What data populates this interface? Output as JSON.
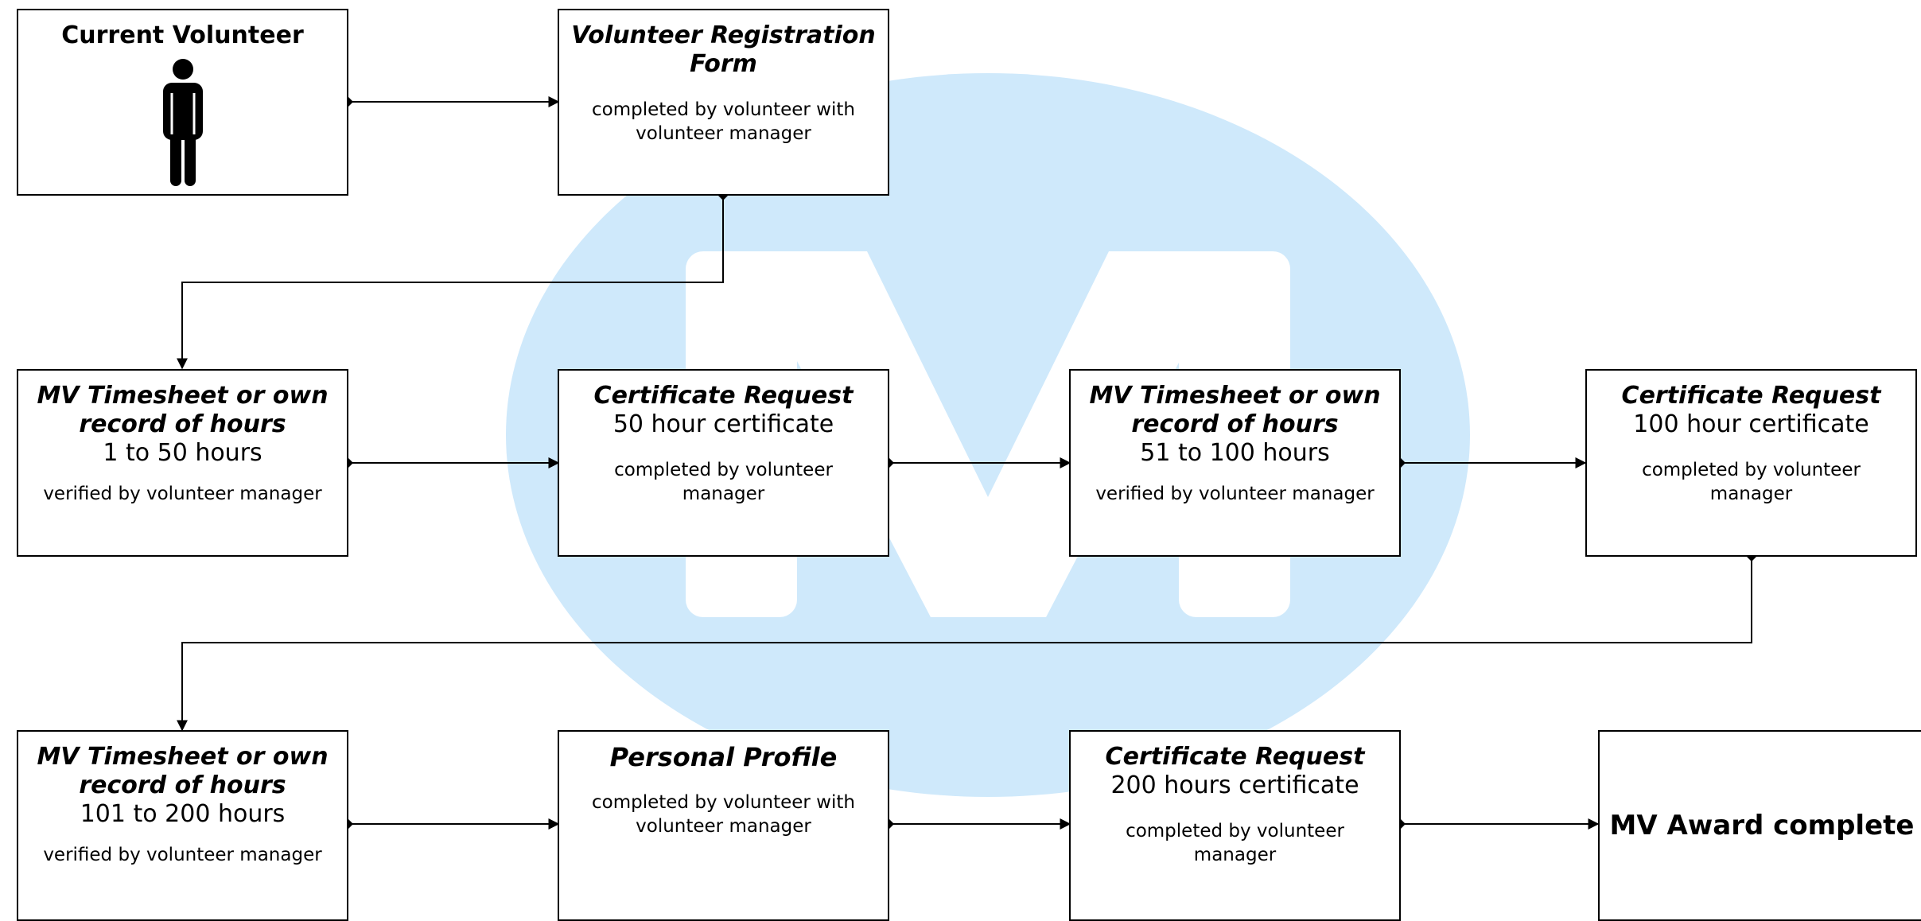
{
  "diagram": {
    "nodes": [
      {
        "id": "current-volunteer",
        "title": "Current Volunteer",
        "icon": "person-icon"
      },
      {
        "id": "registration-form",
        "title": "Volunteer Registration Form",
        "note": "completed by volunteer with volunteer manager"
      },
      {
        "id": "timesheet-1",
        "title": "MV Timesheet or own record of hours",
        "subtitle": "1 to 50 hours",
        "note": "verified by volunteer manager"
      },
      {
        "id": "certificate-50",
        "title": "Certificate Request",
        "subtitle": "50 hour certificate",
        "note": "completed by volunteer manager"
      },
      {
        "id": "timesheet-2",
        "title": "MV Timesheet or own record of hours",
        "subtitle": "51 to 100 hours",
        "note": "verified by volunteer manager"
      },
      {
        "id": "certificate-100",
        "title": "Certificate Request",
        "subtitle": "100 hour certificate",
        "note": "completed by volunteer manager"
      },
      {
        "id": "timesheet-3",
        "title": "MV Timesheet or own record of hours",
        "subtitle": "101 to 200 hours",
        "note": "verified by volunteer manager"
      },
      {
        "id": "personal-profile",
        "title": "Personal Profile",
        "note": "completed by volunteer with volunteer manager"
      },
      {
        "id": "certificate-200",
        "title": "Certificate Request",
        "subtitle": "200 hours certificate",
        "note": "completed by volunteer manager"
      },
      {
        "id": "award-complete",
        "title": "MV Award complete"
      }
    ],
    "edges": [
      {
        "from": "current-volunteer",
        "to": "registration-form"
      },
      {
        "from": "registration-form",
        "to": "timesheet-1"
      },
      {
        "from": "timesheet-1",
        "to": "certificate-50"
      },
      {
        "from": "certificate-50",
        "to": "timesheet-2"
      },
      {
        "from": "timesheet-2",
        "to": "certificate-100"
      },
      {
        "from": "certificate-100",
        "to": "timesheet-3"
      },
      {
        "from": "timesheet-3",
        "to": "personal-profile"
      },
      {
        "from": "personal-profile",
        "to": "certificate-200"
      },
      {
        "from": "certificate-200",
        "to": "award-complete"
      }
    ],
    "watermark": {
      "icon": "mv-logo-watermark-icon",
      "color": "#cfe9fb"
    }
  }
}
